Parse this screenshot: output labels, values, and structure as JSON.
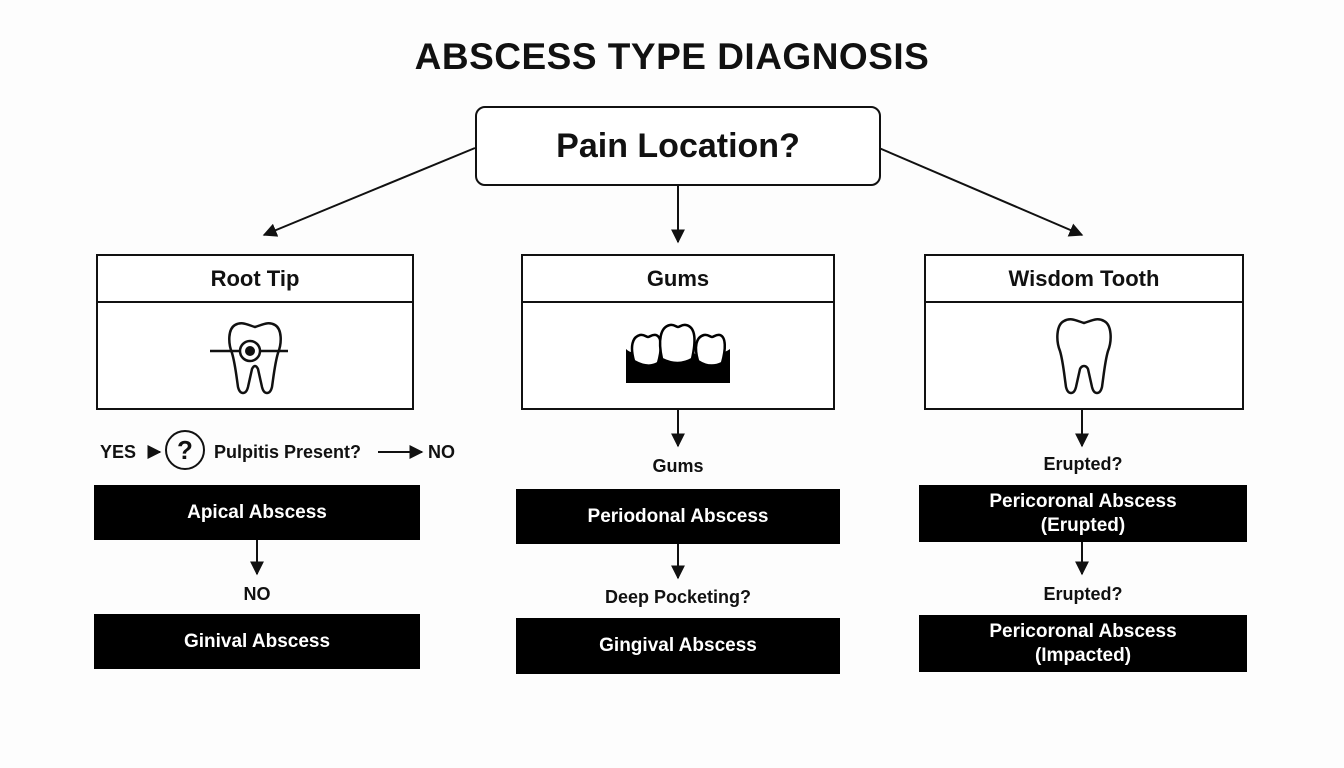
{
  "title": "ABSCESS TYPE DIAGNOSIS",
  "root": {
    "label": "Pain Location?"
  },
  "categories": [
    {
      "label": "Root Tip",
      "icon": "tooth-root-tip-icon"
    },
    {
      "label": "Gums",
      "icon": "gums-teeth-icon"
    },
    {
      "label": "Wisdom Tooth",
      "icon": "tooth-icon"
    }
  ],
  "root_tip_branch": {
    "yes_label": "YES",
    "question_glyph": "?",
    "question": "Pulpitis Present?",
    "no_label": "NO",
    "result_yes": "Apical Abscess",
    "no_label_2": "NO",
    "result_no": "Ginival Abscess"
  },
  "gums_branch": {
    "question_1": "Gums",
    "result_1": "Periodonal Abscess",
    "question_2": "Deep Pocketing?",
    "result_2": "Gingival Abscess"
  },
  "wisdom_branch": {
    "question_1": "Erupted?",
    "result_1_line1": "Pericoronal Abscess",
    "result_1_line2": "(Erupted)",
    "question_2": "Erupted?",
    "result_2_line1": "Pericoronal Abscess",
    "result_2_line2": "(Impacted)"
  }
}
